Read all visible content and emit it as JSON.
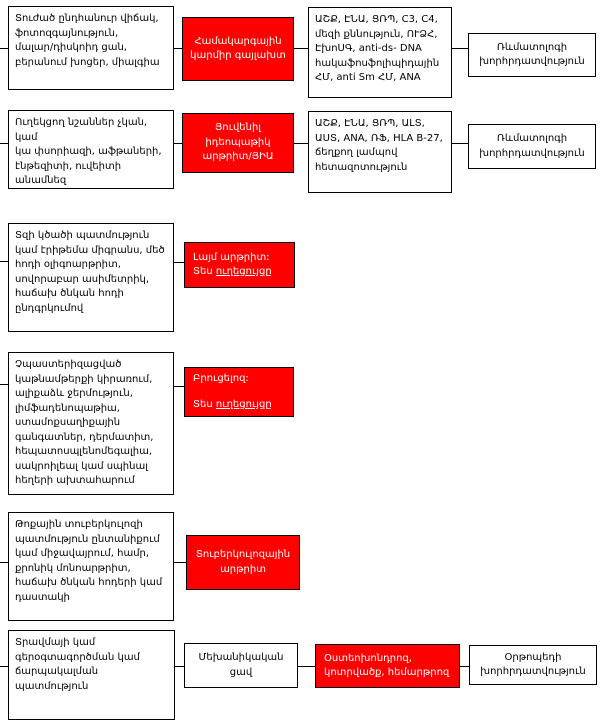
{
  "colors": {
    "box_red": "#ff0000",
    "border": "#000000",
    "text_dark": "#000000",
    "text_light": "#ffffff"
  },
  "rows": [
    {
      "symptoms": "Տուժած ընդհանուր վիճակ,\nֆոտոզգայնություն,\nմալար/դիսկոիդ ցան,\nբերանում խոցեր, միալգիա",
      "diagnosis": "Համակարգային\nկարմիր գայլախտ",
      "tests": "ԱՇՔ, ԷՆԱ, ՑՌՊ, C3, C4,\nմեզի քննություն, ՈՒՁՀ,\nԷխոՍԳ, anti-ds- DNA\nհակաֆոսֆոլիպիդային\nՀՄ, anti Sm ՀՄ, ANA",
      "referral": "Ռևմատոլոգի\nխորհրդատվություն"
    },
    {
      "symptoms": "Ուղեկցող նշաններ չկան, կամ\nկա փսորիազի, աֆթաների,\nէնթեզիտի, ուվեիտի\nանամնեզ",
      "diagnosis": "Յուվենիլ\nիդեոպաթիկ\nարթրիտ/ՅԻԱ",
      "tests": "ԱՇՔ, ԷՆԱ, ՑՌՊ, ԱԼՏ,\nԱՍՏ, ANA, ՌՖ, HLA B-27,\nճեղքող լամպով\nհետազոտություն",
      "referral": "Ռևմատոլոգի\nխորհրդատվություն"
    },
    {
      "symptoms": "Տզի կծածի պատմություն\nկամ էրիթեմա միգրանս, մեծ\nհոդի օլիգոարթրիտ,\nսովորաբար ասիմետրիկ,\nհաճախ ծնկան հոդի\nընդգրկումով",
      "diagnosis_line1": "Լայմ արթրիտ:",
      "guideline_prefix": "Տես ",
      "guideline_link": "ուղեցույցը"
    },
    {
      "symptoms": "Չպաստերիզացված\nկաթնամթերքի կիրառում,\nալիքաձև ջերմություն,\nլիմֆադենոպաթիա,\nստամոքսաղիքային\nգանգատներ, դերմատիտ,\nհեպատոսպլենոմեգալիա,\nսակրոիլեալ կամ սպինալ\nհեղերի ախտահարում",
      "diagnosis_line1": "Բրուցելոզ:",
      "guideline_prefix": "Տես ",
      "guideline_link": "ուղեցույցը"
    },
    {
      "symptoms": "Թոքային տուբերկուլոզի\nպատմություն ընտանիքում\nկամ միջավայրում, համր,\nքրոնիկ մոնոարթրիտ,\nհաճախ ծնկան հոդերի կամ\nդաստակի",
      "diagnosis": "Տուբերկուլոզային\nարթրիտ"
    },
    {
      "symptoms": "Տրավմայի կամ\nգերօգտագործման կամ\nճարպակալման\nպատմություն",
      "pain_type": "Մեխանիկական\nցավ",
      "diagnosis": "Օստեոխոնդրոզ,\nկոտրվածք, հեմարթրոզ",
      "referral": "Օրթոպեդի\nխորհրդատվություն"
    }
  ]
}
